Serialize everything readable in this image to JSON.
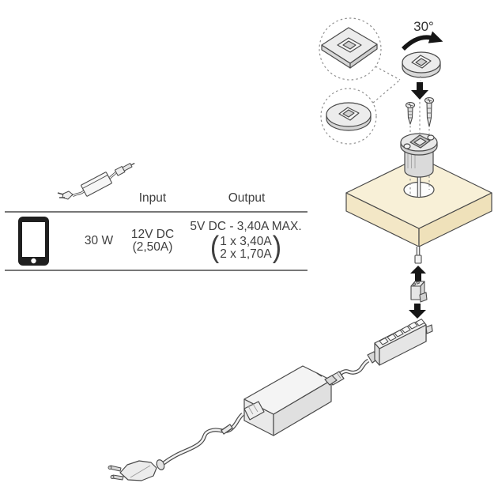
{
  "rotation_label": "30°",
  "table": {
    "headers": {
      "input": "Input",
      "output": "Output"
    },
    "row": {
      "power": "30 W",
      "input_line1": "12V DC",
      "input_line2": "(2,50A)",
      "output_title": "5V DC - 3,40A MAX.",
      "output_option1": "1 x 3,40A",
      "output_option2": "2 x 1,70A",
      "paren_open": "(",
      "paren_close": ")"
    }
  },
  "icons": {
    "device": "tablet-icon",
    "adapter": "power-adapter-icon",
    "rotation": "rotate-30-arrow-icon"
  },
  "colors": {
    "outline": "#4a4a4a",
    "arrow_black": "#1a1a1a",
    "part_fill_light": "#ececec",
    "part_fill_mid": "#dcdcdc",
    "wood_top": "#f8f0d7",
    "wood_side_left": "#f3e7c6",
    "wood_side_right": "#efe1ba",
    "text": "#3f3f3f",
    "dashed_guide": "#8f8f8f"
  }
}
